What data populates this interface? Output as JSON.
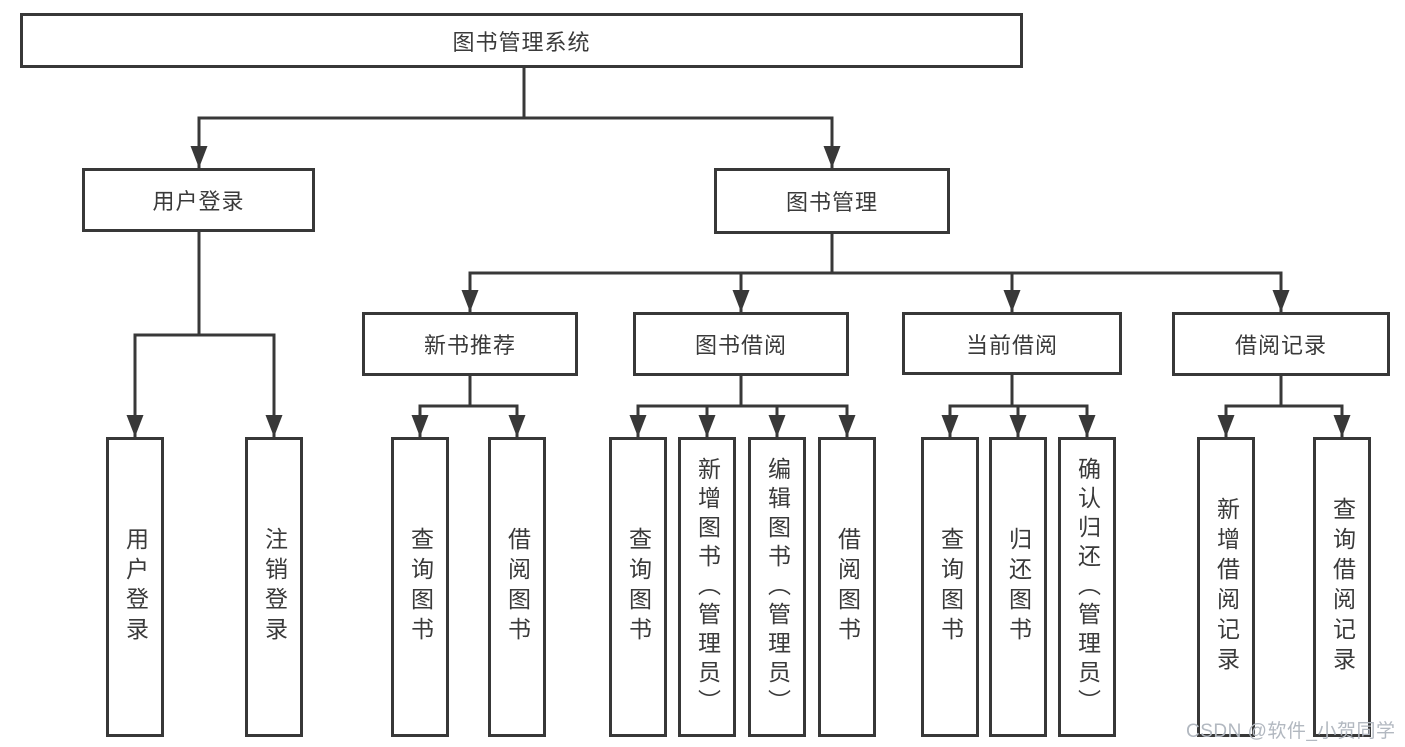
{
  "tree": {
    "label": "图书管理系统",
    "children": [
      {
        "label": "用户登录",
        "children": [
          {
            "label": "用户登录"
          },
          {
            "label": "注销登录"
          }
        ]
      },
      {
        "label": "图书管理",
        "children": [
          {
            "label": "新书推荐",
            "children": [
              {
                "label": "查询图书"
              },
              {
                "label": "借阅图书"
              }
            ]
          },
          {
            "label": "图书借阅",
            "children": [
              {
                "label": "查询图书"
              },
              {
                "label": "新增图书（管理员）"
              },
              {
                "label": "编辑图书（管理员）"
              },
              {
                "label": "借阅图书"
              }
            ]
          },
          {
            "label": "当前借阅",
            "children": [
              {
                "label": "查询图书"
              },
              {
                "label": "归还图书"
              },
              {
                "label": "确认归还（管理员）"
              }
            ]
          },
          {
            "label": "借阅记录",
            "children": [
              {
                "label": "新增借阅记录"
              },
              {
                "label": "查询借阅记录"
              }
            ]
          }
        ]
      }
    ]
  },
  "watermark": {
    "text": "CSDN @软件_小贺同学"
  },
  "colors": {
    "line": "#383838",
    "text": "#3a3a3a",
    "watermark": "#b2b8c0",
    "background": "#ffffff"
  }
}
